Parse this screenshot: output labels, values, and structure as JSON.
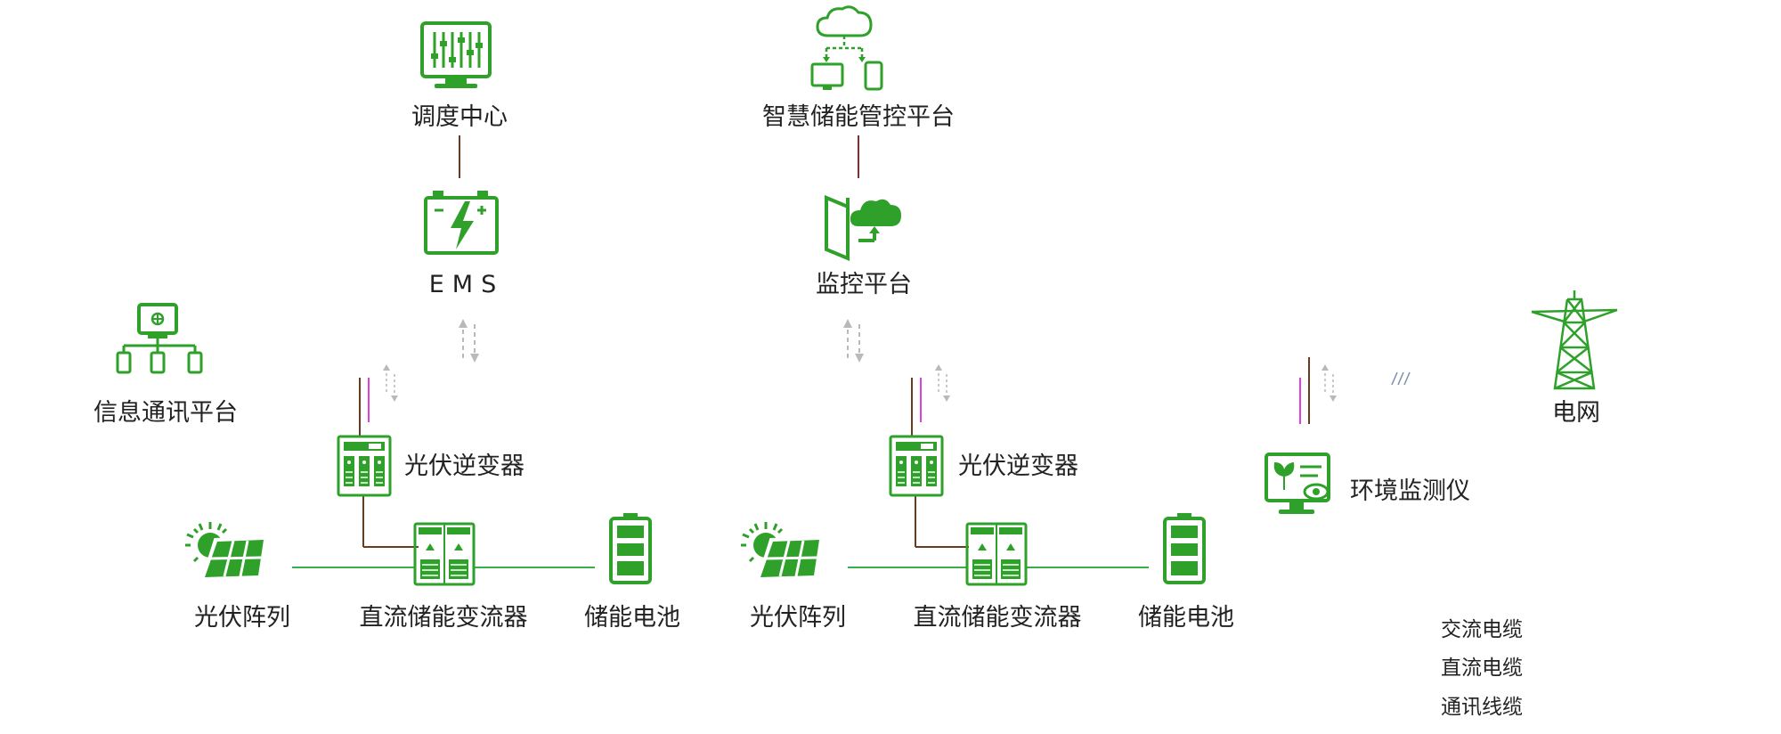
{
  "colors": {
    "icon_green": "#2fa12a",
    "ac_cable": "#e040e0",
    "dc_cable": "#2e9a38",
    "comm_cable": "#8a2b2b",
    "dashed_arrow": "#b9b9b9"
  },
  "nodes": {
    "dispatch_center": "调度中心",
    "smart_platform": "智慧储能管控平台",
    "ems": "EMS",
    "monitor_platform": "监控平台",
    "info_platform": "信息通讯平台",
    "grid": "电网",
    "env_monitor": "环境监测仪",
    "inverter_1": "光伏逆变器",
    "inverter_2": "光伏逆变器",
    "pv_array_1": "光伏阵列",
    "pcs_1": "直流储能变流器",
    "battery_1": "储能电池",
    "pv_array_2": "光伏阵列",
    "pcs_2": "直流储能变流器",
    "battery_2": "储能电池"
  },
  "icons": {
    "dispatch_center": "monitor-sliders-icon",
    "smart_platform": "cloud-devices-icon",
    "ems": "battery-bolt-icon",
    "monitor_platform": "door-cloud-icon",
    "info_platform": "network-devices-icon",
    "grid": "power-tower-icon",
    "env_monitor": "plant-eye-monitor-icon",
    "inverter": "inverter-cabinet-icon",
    "pv_array": "solar-panel-icon",
    "pcs": "converter-cabinet-icon",
    "battery": "battery-icon"
  },
  "legend": {
    "ac": "交流电缆",
    "dc": "直流电缆",
    "comm": "通讯线缆"
  }
}
